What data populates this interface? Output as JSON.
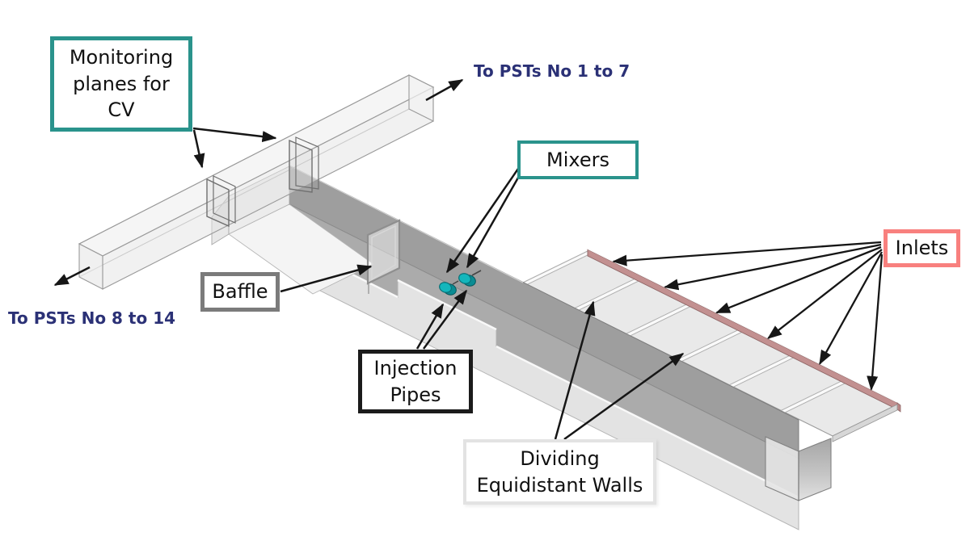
{
  "labels": {
    "monitoring": {
      "line1": "Monitoring",
      "line2": "planes for",
      "line3": "CV"
    },
    "mixers": {
      "text": "Mixers"
    },
    "inlets": {
      "text": "Inlets"
    },
    "baffle": {
      "text": "Baffle"
    },
    "injection": {
      "line1": "Injection",
      "line2": "Pipes"
    },
    "dividing": {
      "line1": "Dividing",
      "line2": "Equidistant Walls"
    },
    "pst_top": {
      "text": "To PSTs No 1 to 7"
    },
    "pst_bottom": {
      "text": "To PSTs No 8 to 14"
    }
  },
  "colors": {
    "teal_border": "#2a938c",
    "red_border": "#f8807e",
    "gray_border": "#7b7b7b",
    "black_border": "#1b1b1b",
    "light_border": "#e3e3e3",
    "navy_text": "#2b3176",
    "mixer_teal": "#14b6bc",
    "inlet_edge": "#c29090",
    "channel_dark_wall": "#9e9e9e",
    "channel_floor": "#ababab",
    "channel_near_wall": "#e3e3e3",
    "arrow": "#161616"
  },
  "counts": {
    "mixers": 2,
    "inlets": 6,
    "dividing_walls": 5,
    "monitoring_planes": 2
  }
}
